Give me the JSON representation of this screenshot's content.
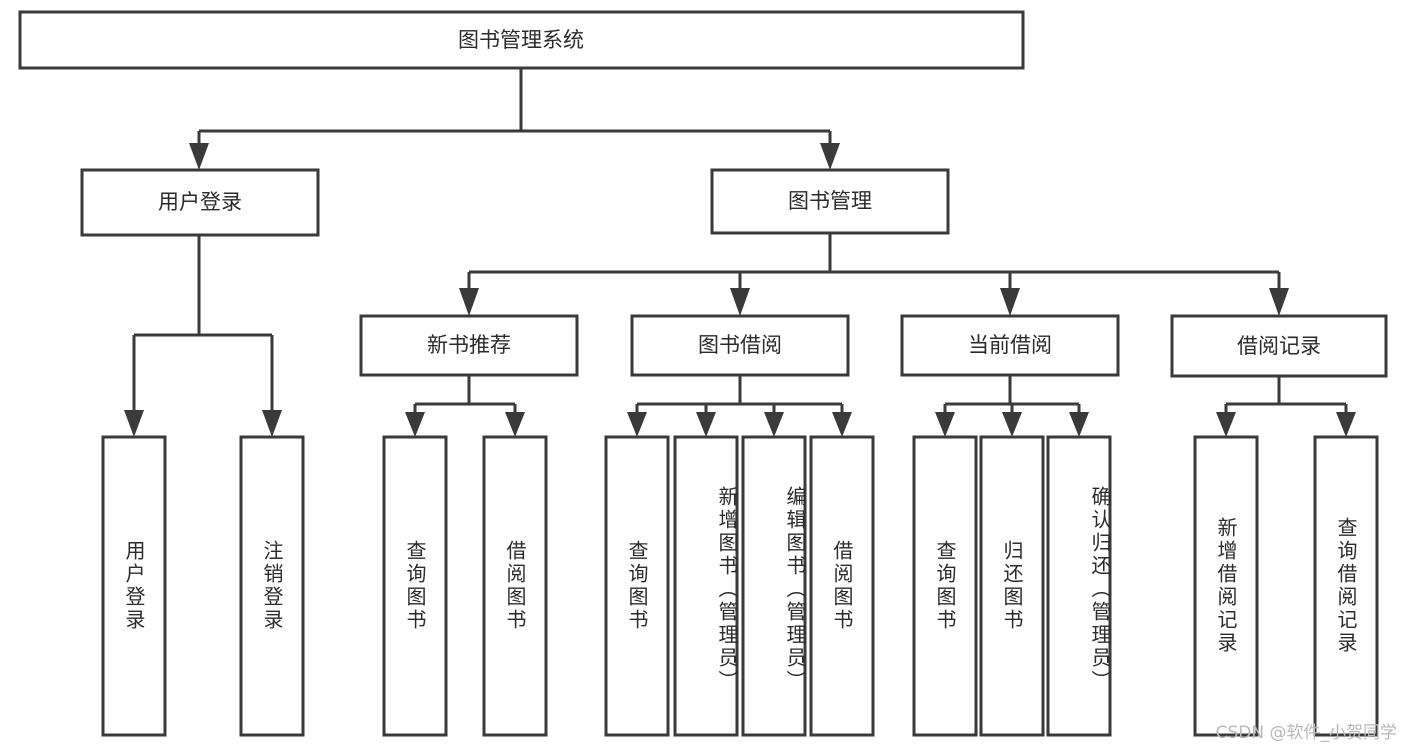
{
  "diagram": {
    "title": "图书管理系统",
    "type": "hierarchy-tree",
    "root": {
      "id": "root",
      "label": "图书管理系统",
      "orientation": "horizontal"
    },
    "level1": [
      {
        "id": "user-login",
        "label": "用户登录",
        "orientation": "horizontal"
      },
      {
        "id": "book-management",
        "label": "图书管理",
        "orientation": "horizontal"
      }
    ],
    "level2": [
      {
        "id": "new-book-recommend",
        "label": "新书推荐",
        "orientation": "horizontal",
        "parent": "book-management"
      },
      {
        "id": "book-borrow",
        "label": "图书借阅",
        "orientation": "horizontal",
        "parent": "book-management"
      },
      {
        "id": "current-borrow",
        "label": "当前借阅",
        "orientation": "horizontal",
        "parent": "book-management"
      },
      {
        "id": "borrow-record",
        "label": "借阅记录",
        "orientation": "horizontal",
        "parent": "book-management"
      }
    ],
    "leaves": [
      {
        "id": "leaf-user-login",
        "label": "用户登录",
        "parent": "user-login",
        "orientation": "vertical"
      },
      {
        "id": "leaf-user-logout",
        "label": "注销登录",
        "parent": "user-login",
        "orientation": "vertical"
      },
      {
        "id": "leaf-query-book-1",
        "label": "查询图书",
        "parent": "new-book-recommend",
        "orientation": "vertical"
      },
      {
        "id": "leaf-borrow-book-1",
        "label": "借阅图书",
        "parent": "new-book-recommend",
        "orientation": "vertical"
      },
      {
        "id": "leaf-query-book-2",
        "label": "查询图书",
        "parent": "book-borrow",
        "orientation": "vertical"
      },
      {
        "id": "leaf-add-book",
        "label": "新增图书（管理员）",
        "parent": "book-borrow",
        "orientation": "vertical"
      },
      {
        "id": "leaf-edit-book",
        "label": "编辑图书（管理员）",
        "parent": "book-borrow",
        "orientation": "vertical"
      },
      {
        "id": "leaf-borrow-book-2",
        "label": "借阅图书",
        "parent": "book-borrow",
        "orientation": "vertical"
      },
      {
        "id": "leaf-query-book-3",
        "label": "查询图书",
        "parent": "current-borrow",
        "orientation": "vertical"
      },
      {
        "id": "leaf-return-book",
        "label": "归还图书",
        "parent": "current-borrow",
        "orientation": "vertical"
      },
      {
        "id": "leaf-confirm-return",
        "label": "确认归还（管理员）",
        "parent": "current-borrow",
        "orientation": "vertical"
      },
      {
        "id": "leaf-add-record",
        "label": "新增借阅记录",
        "parent": "borrow-record",
        "orientation": "vertical"
      },
      {
        "id": "leaf-query-record",
        "label": "查询借阅记录",
        "parent": "borrow-record",
        "orientation": "vertical"
      }
    ],
    "colors": {
      "stroke": "#3a3a3a",
      "fill": "#ffffff",
      "text": "#2b2b2b",
      "watermark": "#b9b9b9"
    }
  },
  "watermark": {
    "text": "CSDN @软件_小贺同学"
  }
}
